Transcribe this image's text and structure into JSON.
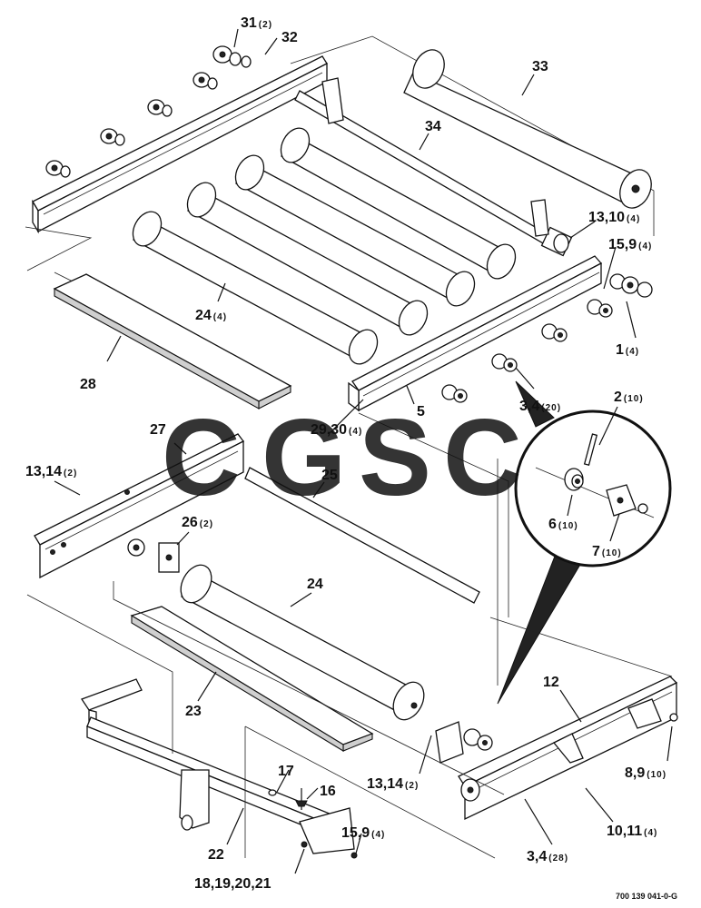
{
  "figure_code": "700 139 041-0-G",
  "watermark": {
    "letters": [
      "C",
      "G",
      "S",
      "C"
    ],
    "colors": [
      "#5b8ff9",
      "#f28c82",
      "#f6d55c",
      "#5fb88a"
    ]
  },
  "callouts": [
    {
      "num": "31",
      "qty": "(2)"
    },
    {
      "num": "32",
      "qty": ""
    },
    {
      "num": "33",
      "qty": ""
    },
    {
      "num": "34",
      "qty": ""
    },
    {
      "num": "13,10",
      "qty": "(4)"
    },
    {
      "num": "15,9",
      "qty": "(4)"
    },
    {
      "num": "1",
      "qty": "(4)"
    },
    {
      "num": "24",
      "qty": "(4)"
    },
    {
      "num": "28",
      "qty": ""
    },
    {
      "num": "5",
      "qty": ""
    },
    {
      "num": "3,4",
      "qty": "(20)"
    },
    {
      "num": "2",
      "qty": "(10)"
    },
    {
      "num": "29,30",
      "qty": "(4)"
    },
    {
      "num": "27",
      "qty": ""
    },
    {
      "num": "25",
      "qty": ""
    },
    {
      "num": "13,14",
      "qty": "(2)"
    },
    {
      "num": "26",
      "qty": "(2)"
    },
    {
      "num": "6",
      "qty": "(10)"
    },
    {
      "num": "7",
      "qty": "(10)"
    },
    {
      "num": "24",
      "qty": ""
    },
    {
      "num": "12",
      "qty": ""
    },
    {
      "num": "23",
      "qty": ""
    },
    {
      "num": "8,9",
      "qty": "(10)"
    },
    {
      "num": "13,14",
      "qty": "(2)"
    },
    {
      "num": "17",
      "qty": ""
    },
    {
      "num": "16",
      "qty": ""
    },
    {
      "num": "10,11",
      "qty": "(4)"
    },
    {
      "num": "15,9",
      "qty": "(4)"
    },
    {
      "num": "22",
      "qty": ""
    },
    {
      "num": "3,4",
      "qty": "(28)"
    },
    {
      "num": "18,19,20,21",
      "qty": ""
    }
  ]
}
